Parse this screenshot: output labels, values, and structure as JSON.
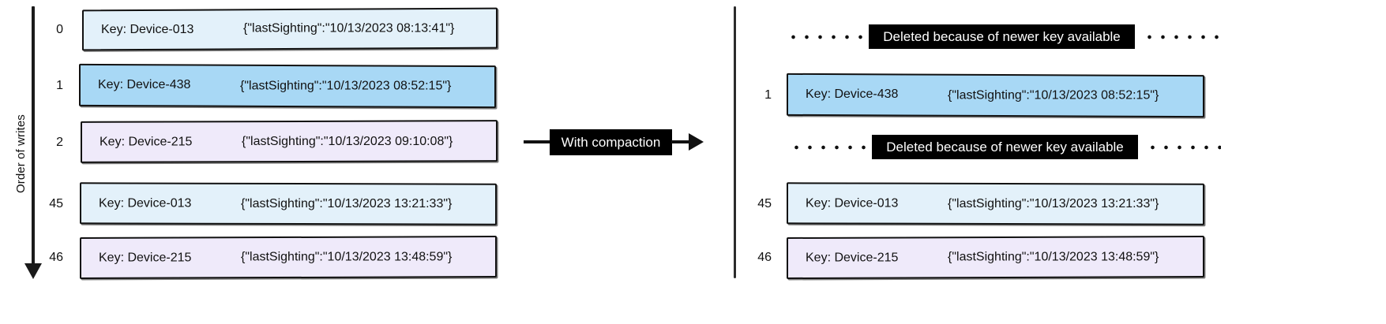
{
  "diagram": {
    "title_axis_label": "Order of writes",
    "transform_label": "With compaction",
    "deleted_banner_text": "Deleted because of newer key available",
    "colors": {
      "record_light_blue": "#e3f1fa",
      "record_strong_blue": "#a8d8f5",
      "record_lavender": "#efeafa",
      "stroke": "#111111",
      "banner_bg": "#000000",
      "banner_text": "#ffffff"
    }
  },
  "left_panel": {
    "name": "order-of-writes-log",
    "rows": [
      {
        "index": "0",
        "key": "Key: Device-013",
        "value": "{\"lastSighting\":\"10/13/2023 08:13:41\"}",
        "fill": "light_blue"
      },
      {
        "index": "1",
        "key": "Key: Device-438",
        "value": "{\"lastSighting\":\"10/13/2023 08:52:15\"}",
        "fill": "strong_blue"
      },
      {
        "index": "2",
        "key": "Key: Device-215",
        "value": "{\"lastSighting\":\"10/13/2023 09:10:08\"}",
        "fill": "lavender"
      },
      {
        "index": "45",
        "key": "Key: Device-013",
        "value": "{\"lastSighting\":\"10/13/2023 13:21:33\"}",
        "fill": "light_blue"
      },
      {
        "index": "46",
        "key": "Key: Device-215",
        "value": "{\"lastSighting\":\"10/13/2023 13:48:59\"}",
        "fill": "lavender"
      }
    ]
  },
  "right_panel": {
    "name": "compacted-log",
    "rows": [
      {
        "kind": "deleted",
        "index": "",
        "text": "Deleted because of newer key available"
      },
      {
        "kind": "record",
        "index": "1",
        "key": "Key: Device-438",
        "value": "{\"lastSighting\":\"10/13/2023 08:52:15\"}",
        "fill": "strong_blue"
      },
      {
        "kind": "deleted",
        "index": "",
        "text": "Deleted because of newer key available"
      },
      {
        "kind": "record",
        "index": "45",
        "key": "Key: Device-013",
        "value": "{\"lastSighting\":\"10/13/2023 13:21:33\"}",
        "fill": "light_blue"
      },
      {
        "kind": "record",
        "index": "46",
        "key": "Key: Device-215",
        "value": "{\"lastSighting\":\"10/13/2023 13:48:59\"}",
        "fill": "lavender"
      }
    ]
  }
}
